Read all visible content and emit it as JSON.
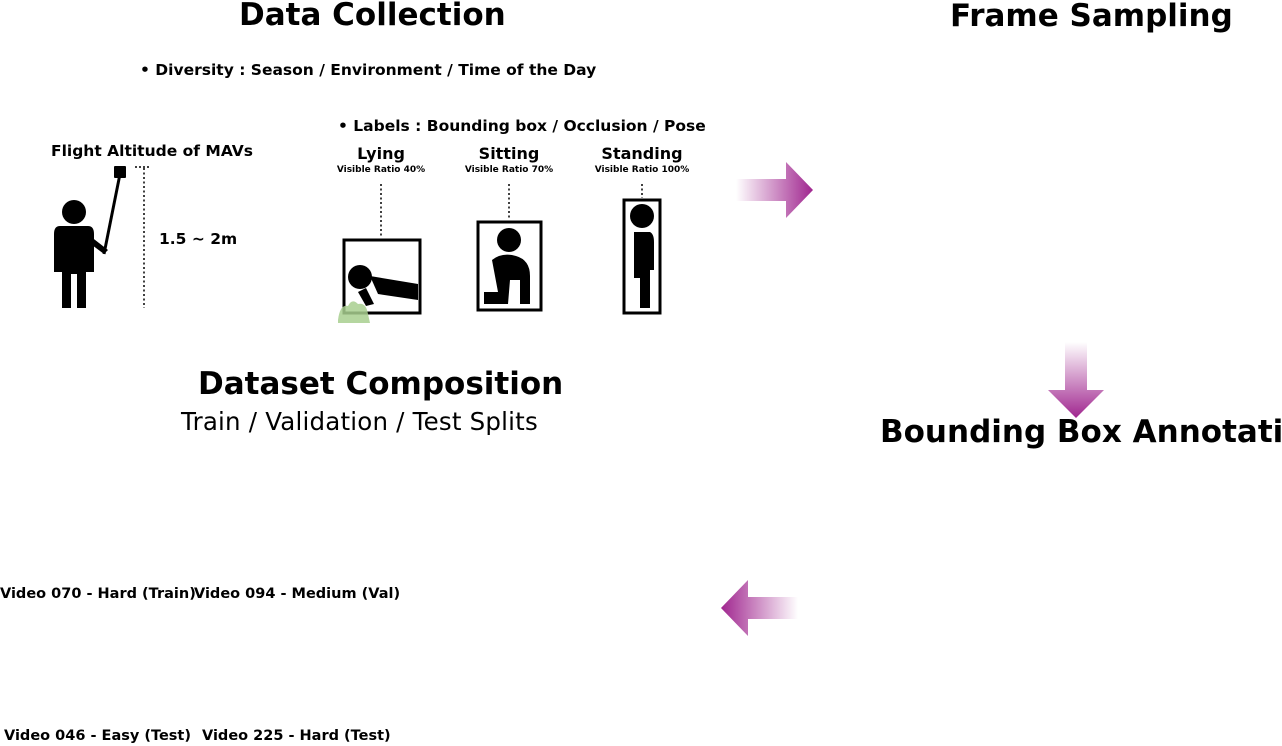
{
  "data_collection": {
    "title": "Data Collection",
    "diversity": "• Diversity : Season / Environment / Time of the Day",
    "labels": "• Labels : Bounding box / Occlusion / Pose",
    "altitude_label": "Flight Altitude of MAVs",
    "altitude_value": "1.5 ~ 2m",
    "poses": [
      {
        "name": "Lying",
        "ratio": "Visible Ratio 40%",
        "visible_ratio": 0.4
      },
      {
        "name": "Sitting",
        "ratio": "Visible Ratio 70%",
        "visible_ratio": 0.7
      },
      {
        "name": "Standing",
        "ratio": "Visible Ratio 100%",
        "visible_ratio": 1.0
      }
    ]
  },
  "frame_sampling": {
    "title": "Frame Sampling"
  },
  "bounding_box_annotation": {
    "title": "Bounding Box Annotation"
  },
  "dataset_composition": {
    "title": "Dataset Composition",
    "subtitle": "Train / Validation / Test Splits",
    "videos": [
      "Video 070 - Hard (Train)",
      "Video 094 - Medium (Val)",
      "Video 046 - Easy (Test)",
      "Video 225 - Hard (Test)"
    ]
  },
  "colors": {
    "arrow": "#a0268f",
    "text": "#000000",
    "background": "#ffffff",
    "vegetation": "#a8cf8f"
  }
}
